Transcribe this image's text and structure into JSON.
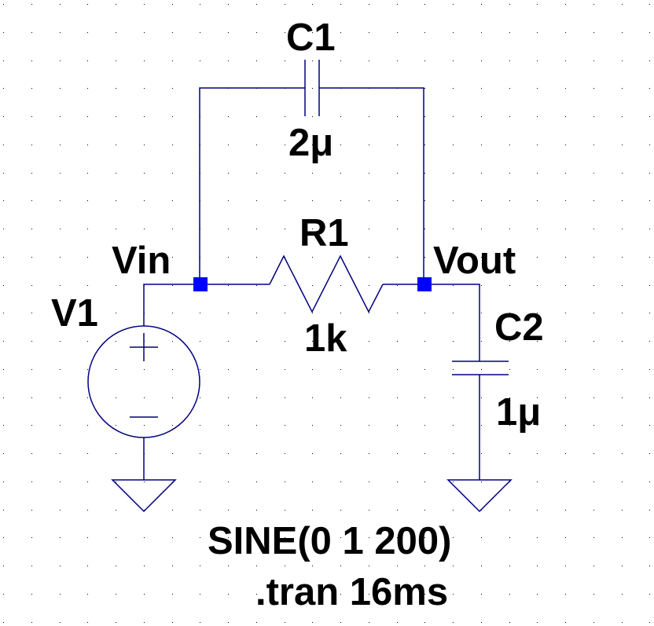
{
  "schematic": {
    "colors": {
      "background": "#ffffff",
      "wire": "#000080",
      "junction": "#0000ff",
      "text": "#000000",
      "grid": "#000000"
    },
    "components": {
      "C1": {
        "name": "C1",
        "value": "2μ",
        "type": "capacitor"
      },
      "R1": {
        "name": "R1",
        "value": "1k",
        "type": "resistor"
      },
      "C2": {
        "name": "C2",
        "value": "1μ",
        "type": "capacitor"
      },
      "V1": {
        "name": "V1",
        "value": "SINE(0 1 200)",
        "type": "voltage-source"
      }
    },
    "nets": {
      "vin": "Vin",
      "vout": "Vout"
    },
    "directives": {
      "tran": ".tran 16ms"
    },
    "icons": [
      "capacitor-icon",
      "resistor-icon",
      "voltage-source-icon",
      "ground-icon",
      "junction-icon"
    ]
  }
}
